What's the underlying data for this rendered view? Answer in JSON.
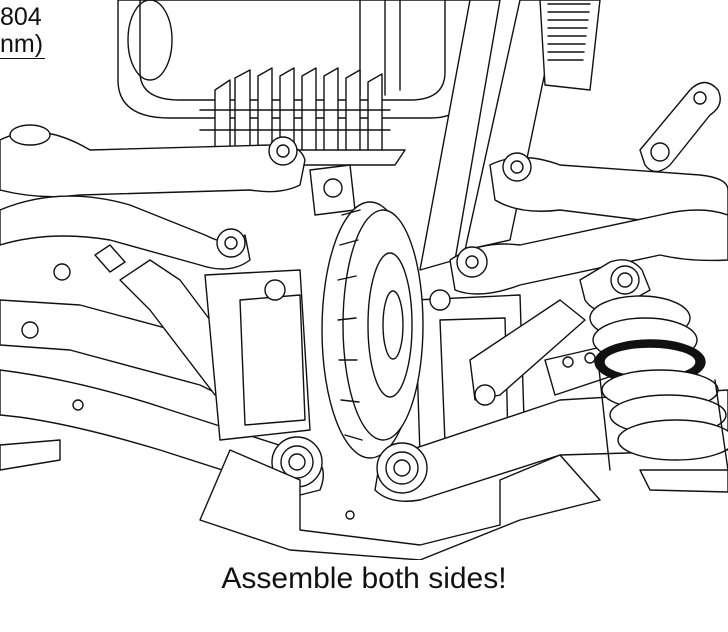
{
  "part_label": {
    "line1": "804",
    "line2": "nm)"
  },
  "caption": "Assemble both sides!",
  "colors": {
    "ink": "#111111",
    "background": "#ffffff"
  }
}
